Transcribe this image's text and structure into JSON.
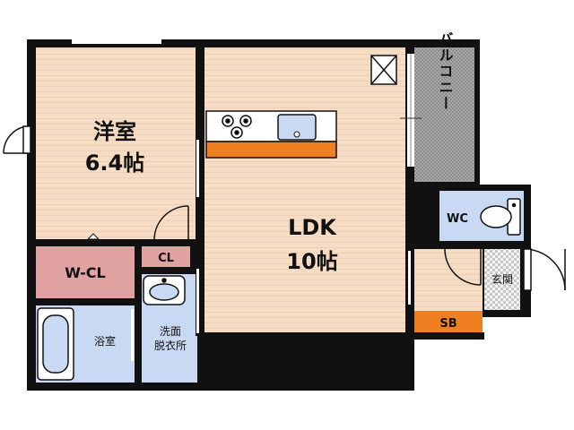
{
  "rooms": {
    "western": {
      "name": "洋室",
      "size": "6.4帖"
    },
    "ldk": {
      "name": "LDK",
      "size": "10帖"
    },
    "balcony": {
      "name": "バルコニー"
    },
    "wc": {
      "name": "WC"
    },
    "walk_in_closet": {
      "name": "W-CL"
    },
    "closet": {
      "name": "CL"
    },
    "bath": {
      "name": "浴室"
    },
    "washroom": {
      "line1": "洗面",
      "line2": "脱衣所"
    },
    "entrance": {
      "name": "玄関"
    },
    "shoebox": {
      "name": "SB"
    }
  },
  "colors": {
    "wall": "#111111",
    "floor_wood": "#f7dcc4",
    "floor_stripe": "#ead0b8",
    "tile_blue": "#c9d9f3",
    "closet_pink": "#e1a2a2",
    "balcony_gray": "#9a9a9a",
    "counter_orange": "#f07f22",
    "shoebox_orange": "#f07f22"
  },
  "icons": [
    "gas-stove-icon",
    "sink-icon",
    "bathtub-icon",
    "toilet-icon",
    "wash-basin-icon",
    "ventilation-icon"
  ]
}
